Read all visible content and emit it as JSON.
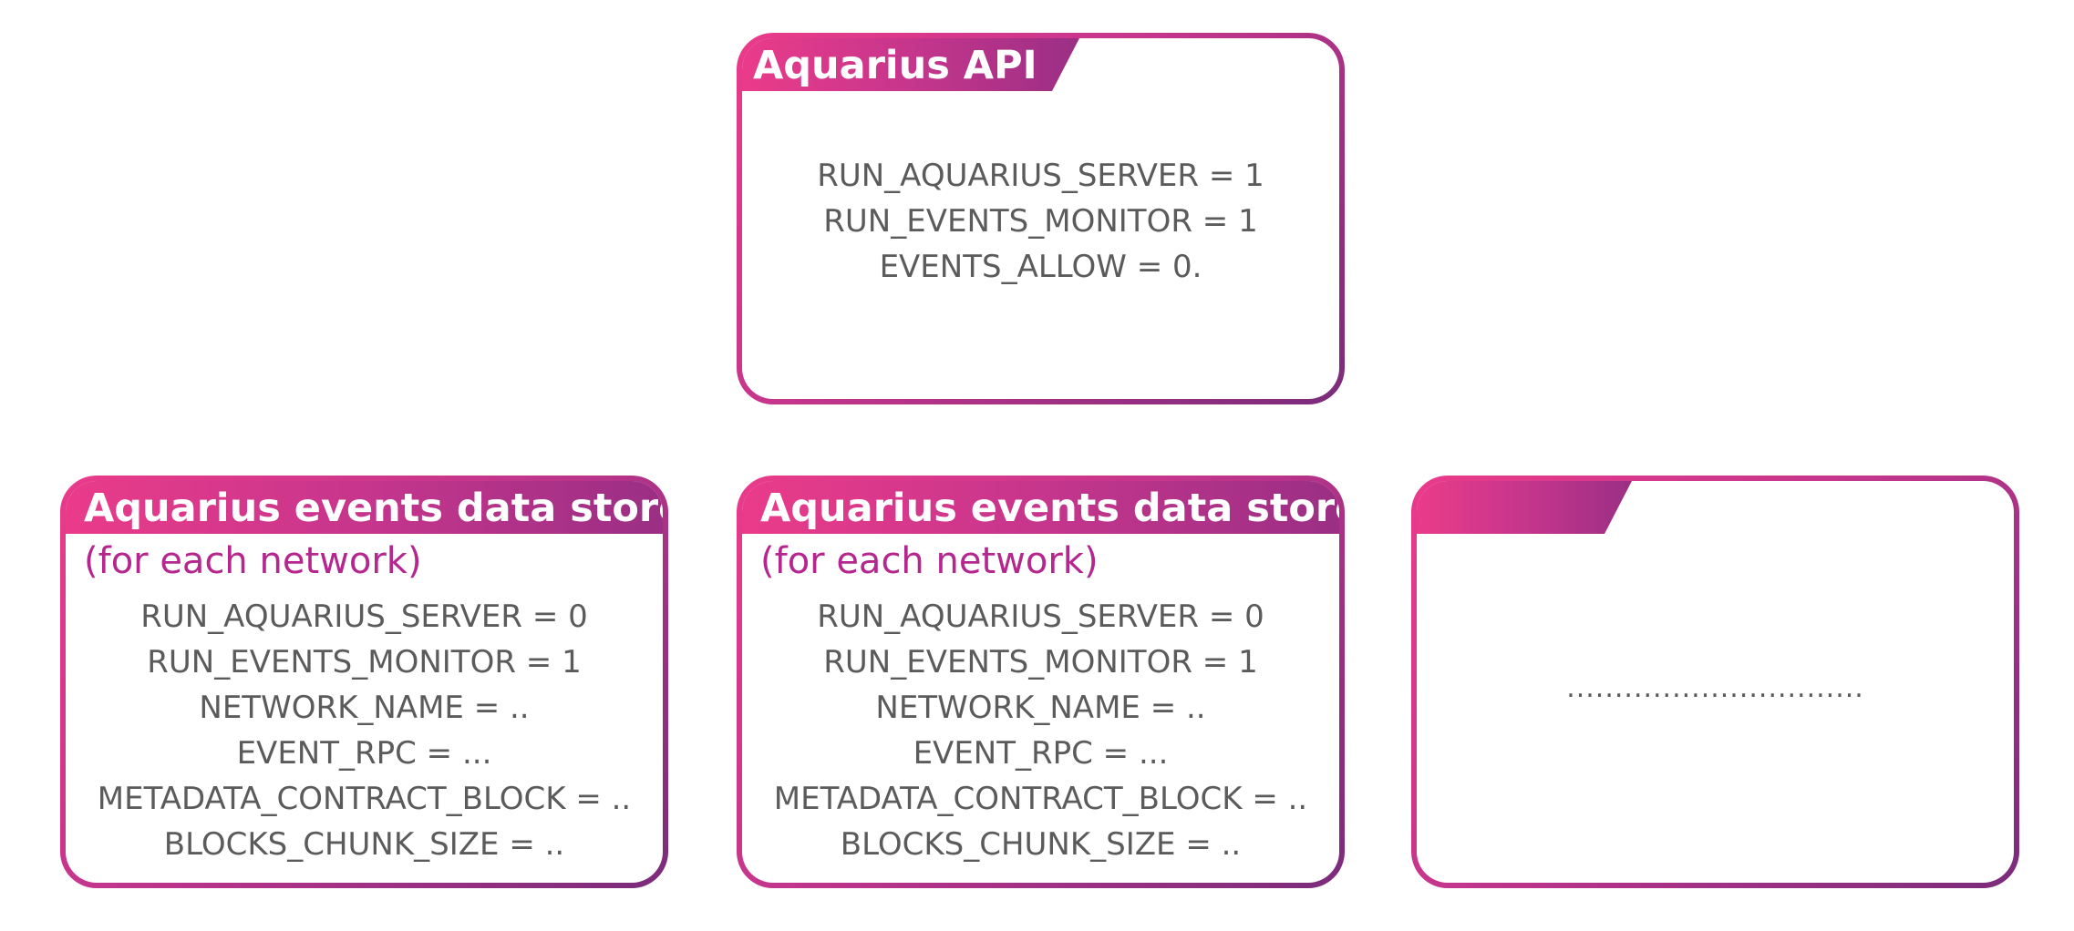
{
  "colors": {
    "accent_pink": "#ea3b8a",
    "accent_purple": "#7a2b7a",
    "subtitle_magenta": "#b5268f",
    "body_text": "#5b5b5b",
    "background": "#ffffff"
  },
  "api_box": {
    "title": "Aquarius API",
    "lines": [
      "RUN_AQUARIUS_SERVER = 1",
      "RUN_EVENTS_MONITOR = 1",
      "EVENTS_ALLOW = 0."
    ]
  },
  "store_box_1": {
    "title": "Aquarius events data store",
    "subtitle": "(for each network)",
    "lines": [
      "RUN_AQUARIUS_SERVER = 0",
      "RUN_EVENTS_MONITOR = 1",
      "NETWORK_NAME = ..",
      "EVENT_RPC = ...",
      "METADATA_CONTRACT_BLOCK = ..",
      "BLOCKS_CHUNK_SIZE = .."
    ]
  },
  "store_box_2": {
    "title": "Aquarius events data store",
    "subtitle": "(for each network)",
    "lines": [
      "RUN_AQUARIUS_SERVER = 0",
      "RUN_EVENTS_MONITOR = 1",
      "NETWORK_NAME = ..",
      "EVENT_RPC = ...",
      "METADATA_CONTRACT_BLOCK = ..",
      "BLOCKS_CHUNK_SIZE = .."
    ]
  },
  "more_box": {
    "ellipsis": "..............................."
  }
}
